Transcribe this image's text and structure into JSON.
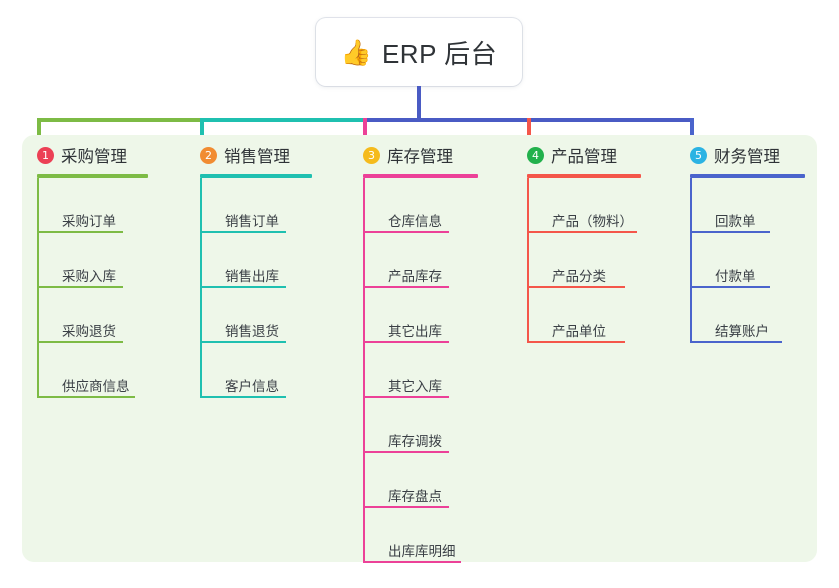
{
  "root": {
    "icon": "thumbs-up-icon",
    "emoji": "👍",
    "title": "ERP 后台"
  },
  "diagram": {
    "type": "org-chart",
    "panel_background": "#eef7e9",
    "stem_color": "#4a5bc4",
    "columns": [
      {
        "index": "1",
        "badge": "1",
        "badge_color": "#ec4055",
        "title": "采购管理",
        "color": "#7dbb45",
        "connector_color": "#7dbb45",
        "items": [
          {
            "label": "采购订单"
          },
          {
            "label": "采购入库"
          },
          {
            "label": "采购退货"
          },
          {
            "label": "供应商信息"
          }
        ]
      },
      {
        "index": "2",
        "badge": "2",
        "badge_color": "#f18c32",
        "title": "销售管理",
        "color": "#1fc0b0",
        "connector_color": "#1fc0b0",
        "items": [
          {
            "label": "销售订单"
          },
          {
            "label": "销售出库"
          },
          {
            "label": "销售退货"
          },
          {
            "label": "客户信息"
          }
        ]
      },
      {
        "index": "3",
        "badge": "3",
        "badge_color": "#f5bb1d",
        "title": "库存管理",
        "color": "#ec4198",
        "connector_color": "#ec4198",
        "items": [
          {
            "label": "仓库信息"
          },
          {
            "label": "产品库存"
          },
          {
            "label": "其它出库"
          },
          {
            "label": "其它入库"
          },
          {
            "label": "库存调拨"
          },
          {
            "label": "库存盘点"
          },
          {
            "label": "出库库明细"
          }
        ]
      },
      {
        "index": "4",
        "badge": "4",
        "badge_color": "#22b14c",
        "title": "产品管理",
        "color": "#f4564a",
        "connector_color": "#f4564a",
        "items": [
          {
            "label": "产品（物料）"
          },
          {
            "label": "产品分类"
          },
          {
            "label": "产品单位"
          }
        ]
      },
      {
        "index": "5",
        "badge": "5",
        "badge_color": "#2bb3e3",
        "title": "财务管理",
        "color": "#4a64cc",
        "connector_color": "#4a64cc",
        "items": [
          {
            "label": "回款单"
          },
          {
            "label": "付款单"
          },
          {
            "label": "结算账户"
          }
        ]
      }
    ]
  }
}
